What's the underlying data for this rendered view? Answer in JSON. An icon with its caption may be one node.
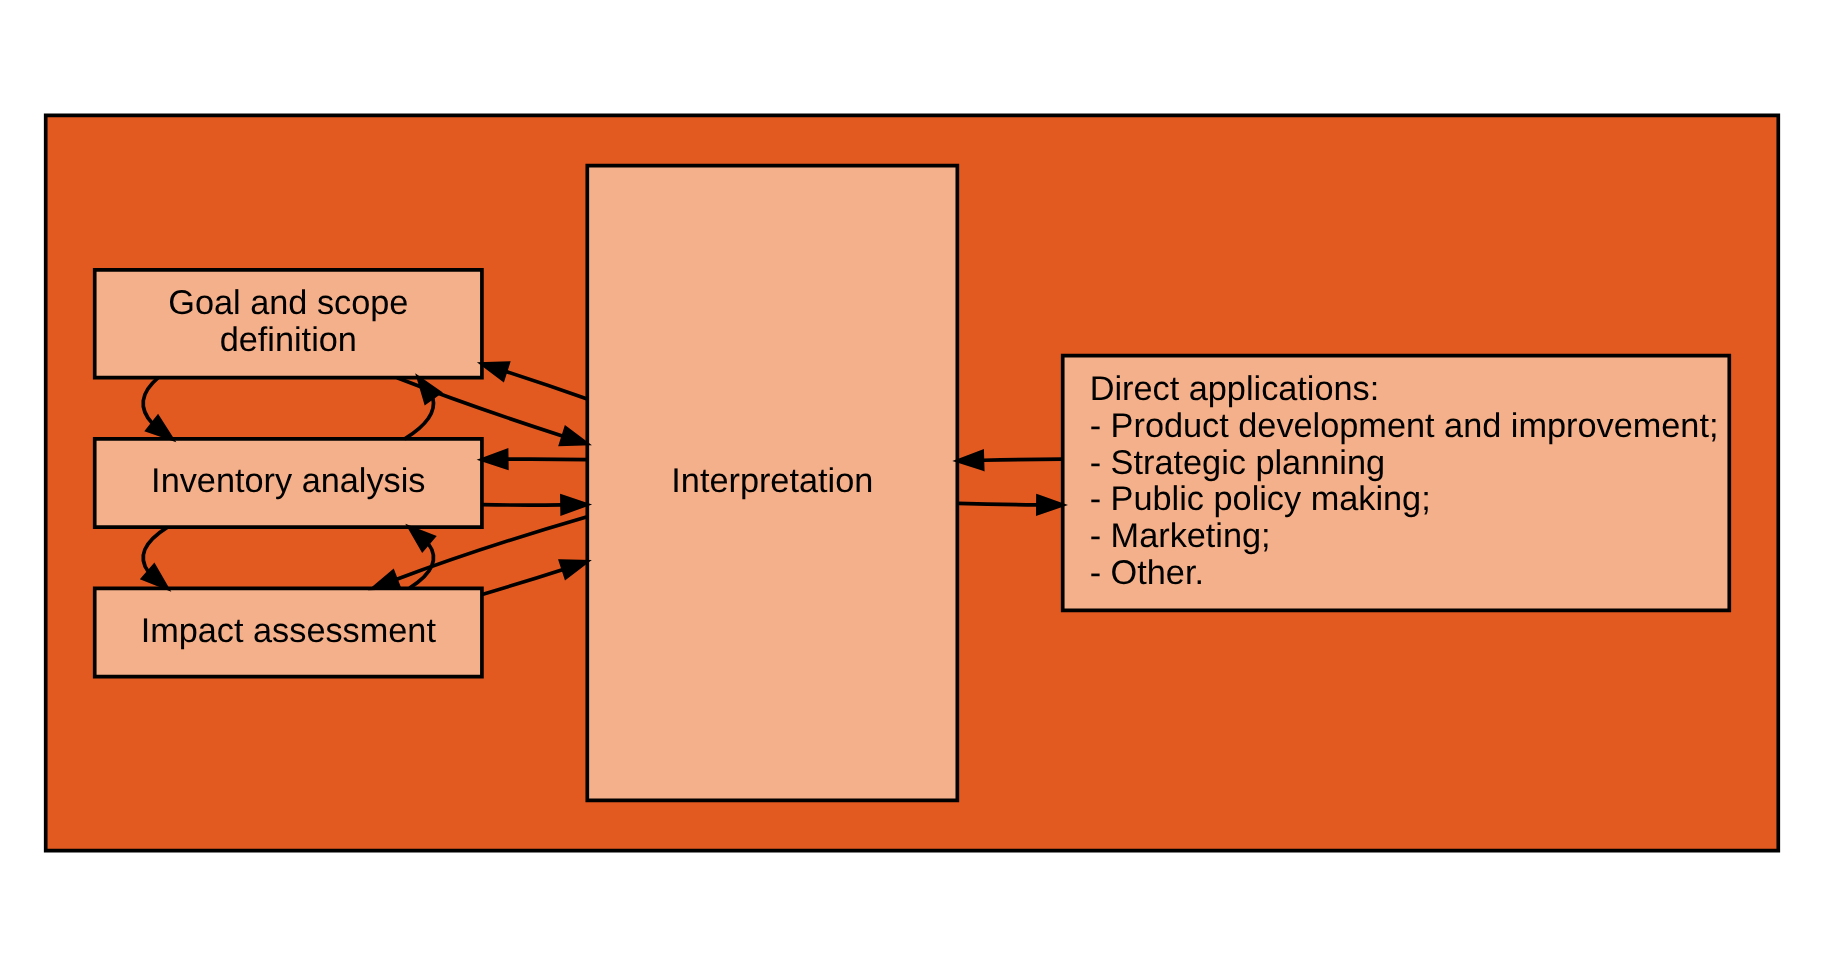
{
  "diagram": {
    "nodes": [
      {
        "text": [],
        "shape": "box"
      },
      {
        "text": [
          "Goal and scope definition"
        ],
        "in": 0
      },
      {
        "text": [
          "Inventory analysis"
        ],
        "in": 0
      },
      {
        "text": [
          "Impact assessment"
        ],
        "in": 0
      },
      {
        "text": [
          "Interpretation"
        ],
        "in": 0
      },
      {
        "text": [
          "Direct applications:",
          "- Product development and improvement;",
          "- Strategic planning",
          "- Public policy making;",
          "- Marketing;",
          "- Other."
        ],
        "in": 0
      }
    ],
    "edges": [
      {
        "from": 1,
        "to": 4,
        "arrow": "to"
      },
      {
        "from": 4,
        "to": 1,
        "arrow": "to"
      },
      {
        "from": 2,
        "to": 1,
        "arrow": "to"
      },
      {
        "from": 1,
        "to": 2,
        "arrow": "to"
      },
      {
        "from": 2,
        "to": 4,
        "arrow": "to"
      },
      {
        "from": 4,
        "to": 2,
        "arrow": "to"
      },
      {
        "from": 3,
        "to": 2,
        "arrow": "to"
      },
      {
        "from": 2,
        "to": 3,
        "arrow": "to"
      },
      {
        "from": 3,
        "to": 4,
        "arrow": "to"
      },
      {
        "from": 4,
        "to": 3,
        "arrow": "to"
      },
      {
        "from": 4,
        "to": 5,
        "arrow": "to"
      },
      {
        "from": 5,
        "to": 4,
        "arrow": "to"
      }
    ]
  }
}
